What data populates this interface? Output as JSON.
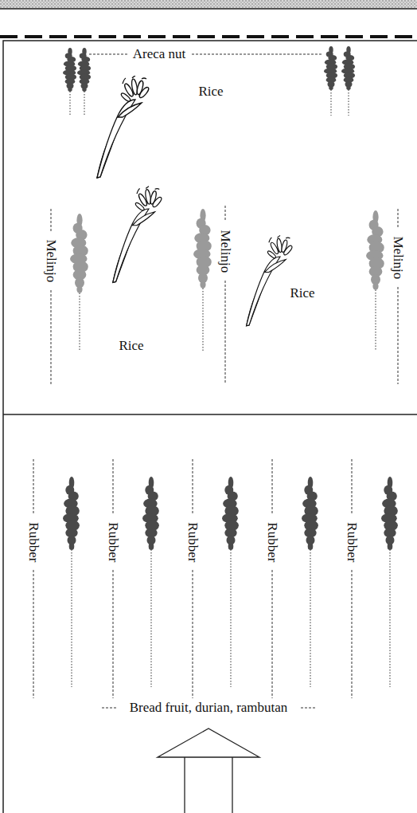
{
  "diagram": {
    "labels": [
      "Areca nut",
      "Rice",
      "Melinjo",
      "Melinjo",
      "Rice",
      "Melinjo",
      "Rice",
      "Rubber",
      "Rubber",
      "Rubber",
      "Rubber",
      "Rubber",
      "Bread fruit, durian, rambutan"
    ]
  }
}
